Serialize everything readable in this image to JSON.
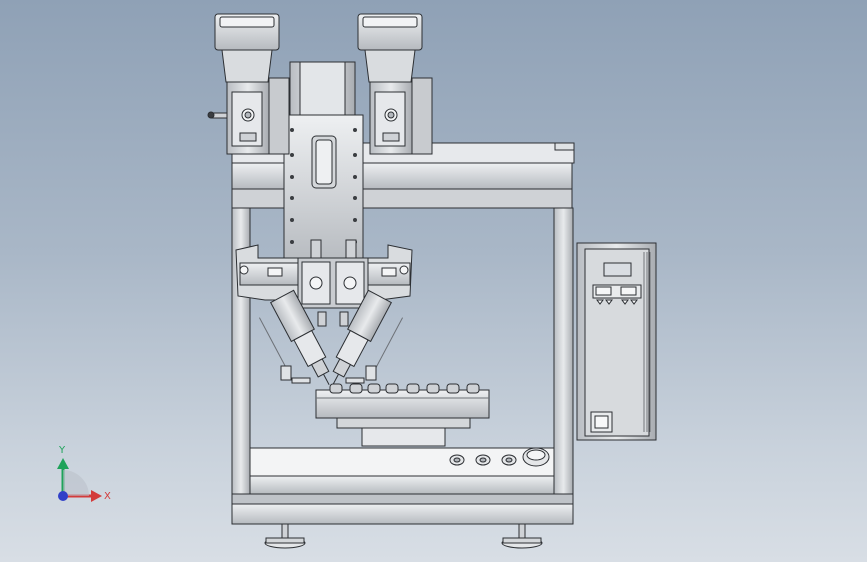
{
  "axes": {
    "y_label": "Y",
    "x_label": "X",
    "colors": {
      "y": "#1fa35a",
      "x": "#d33b3b",
      "z": "#3040c8"
    }
  },
  "control_panel": {
    "display_color": "#d9dde2",
    "button_count": 4
  },
  "palette": {
    "frame": "#c9ccd0",
    "frame_dark": "#8d9197",
    "outline": "#2c2f33",
    "plate": "#e6e8eb"
  }
}
